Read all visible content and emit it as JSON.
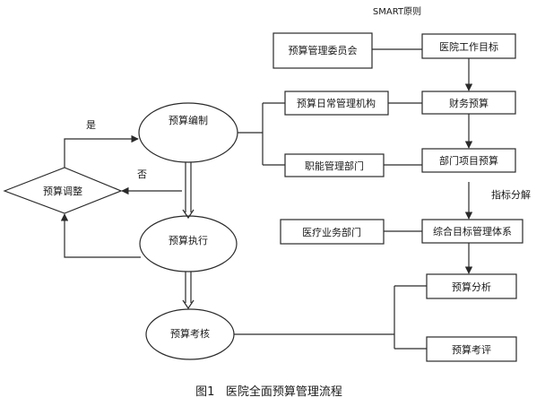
{
  "header_note": "SMART原则",
  "caption": "图1   医院全面预算管理流程",
  "left": {
    "diamond": "预算调整",
    "yes_label": "是",
    "no_label": "否",
    "ellipse_compile": "预算编制",
    "ellipse_execute": "预算执行",
    "ellipse_assess": "预算考核"
  },
  "mid": {
    "budget_committee": "预算管理委员会",
    "daily_mgmt_org": "预算日常管理机构",
    "functional_dept": "职能管理部门",
    "medical_dept": "医疗业务部门"
  },
  "right": {
    "hospital_goal": "医院工作目标",
    "financial_budget": "财务预算",
    "dept_project_budget": "部门项目预算",
    "indicator_split": "指标分解",
    "goal_system": "综合目标管理体系",
    "budget_analysis": "预算分析",
    "budget_review": "预算考评"
  }
}
